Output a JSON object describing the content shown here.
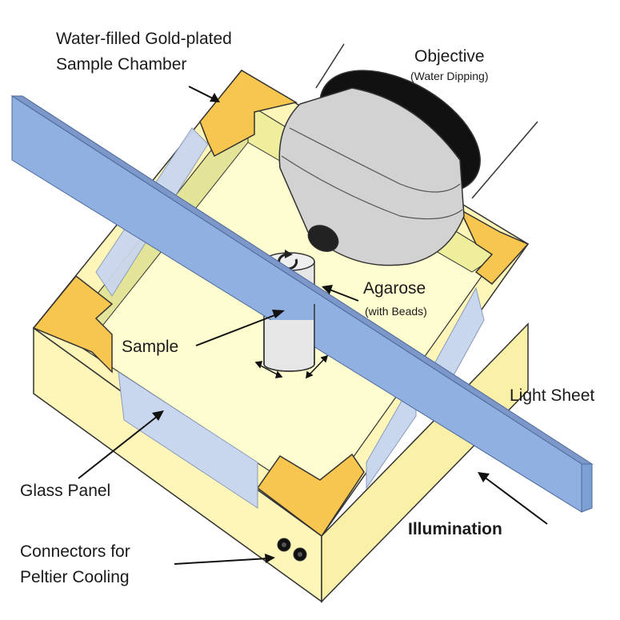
{
  "labels": {
    "chamber_line1": "Water-filled Gold-plated",
    "chamber_line2": "Sample Chamber",
    "objective_title": "Objective",
    "objective_sub": "(Water Dipping)",
    "agarose_title": "Agarose",
    "agarose_sub": "(with Beads)",
    "sample": "Sample",
    "light_sheet": "Light Sheet",
    "glass_panel": "Glass Panel",
    "illumination": "Illumination",
    "connectors_line1": "Connectors for",
    "connectors_line2": "Peltier Cooling"
  },
  "colors": {
    "chamber_body": "#fdf6b8",
    "chamber_inner": "#fefdd0",
    "chamber_inner_wall": "#e4e498",
    "gold_cap": "#f7c64e",
    "glass_panel": "#c9d7ee",
    "light_sheet": "#8fb0e1",
    "objective_body": "#d2d2d2",
    "objective_band": "#111111",
    "agarose": "#e6e6e6"
  }
}
